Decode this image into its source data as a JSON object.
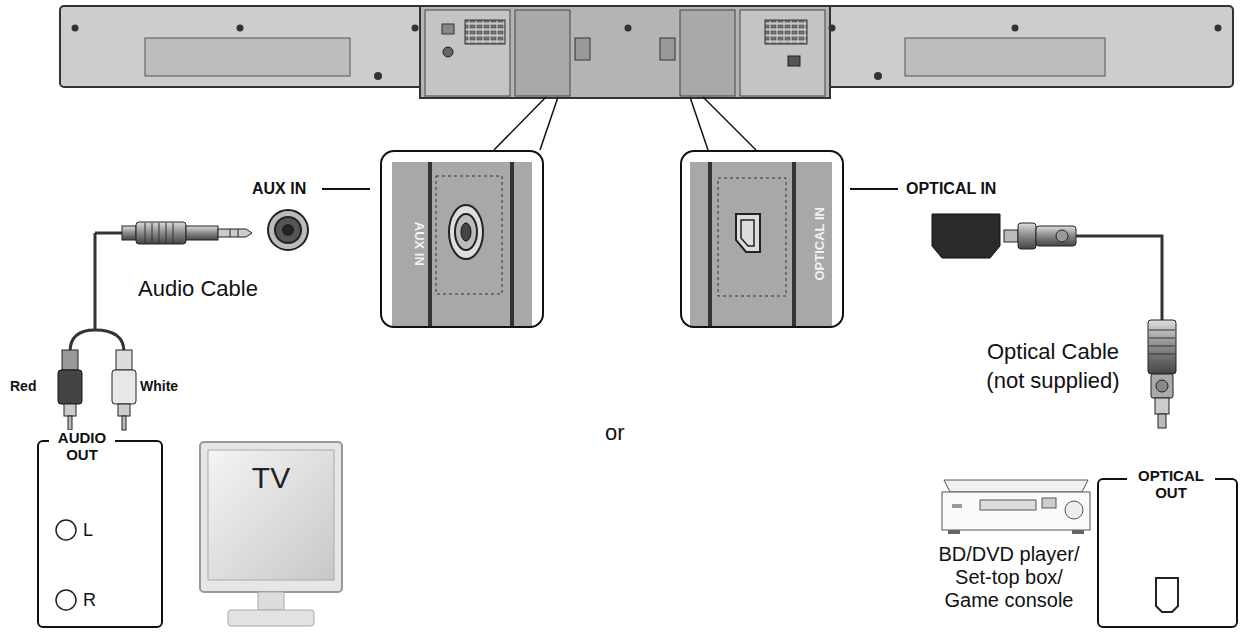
{
  "diagram": {
    "nodes": [
      {
        "text": [
          "AUX IN"
        ]
      },
      {
        "text": [
          "OPTICAL IN"
        ]
      },
      {
        "text": [
          "AUDIO OUT",
          "L",
          "R"
        ]
      },
      {
        "text": [
          "TV"
        ]
      },
      {
        "text": [
          "OPTICAL OUT"
        ]
      }
    ],
    "labels": [
      "AUX IN",
      "OPTICAL IN",
      "Audio Cable",
      "Red",
      "White",
      "or",
      "Optical Cable (not supplied)",
      "BD/DVD player/ Set-top box/ Game console"
    ]
  }
}
